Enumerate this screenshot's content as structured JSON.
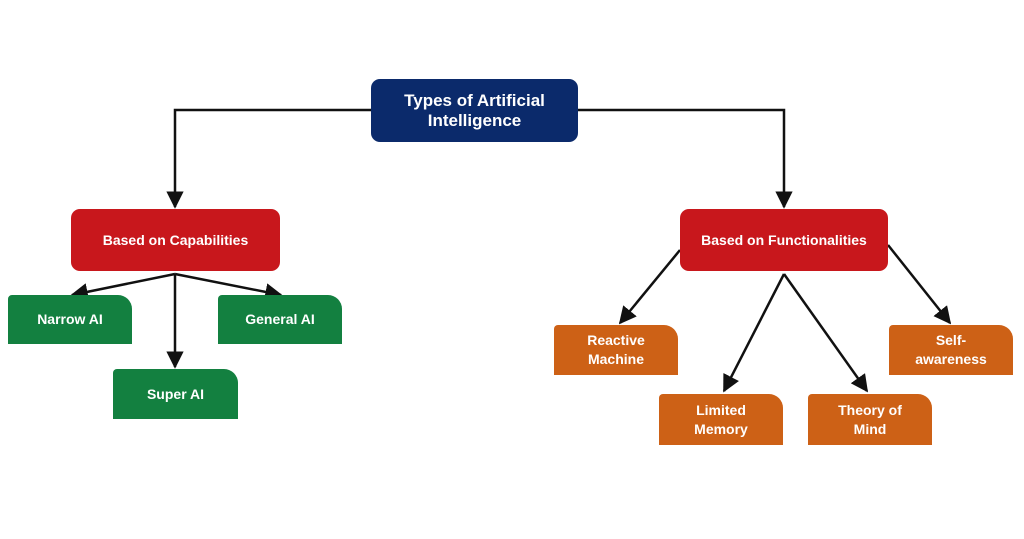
{
  "colors": {
    "root": "#0b2a6b",
    "category": "#c8171c",
    "capability": "#138040",
    "functionality": "#cd6116",
    "line": "#111111"
  },
  "root": {
    "label_line1": "Types of Artificial",
    "label_line2": "Intelligence"
  },
  "capabilities": {
    "label": "Based on Capabilities",
    "children": [
      "Narrow AI",
      "Super AI",
      "General AI"
    ]
  },
  "functionalities": {
    "label": "Based on Functionalities",
    "children": [
      {
        "line1": "Reactive",
        "line2": "Machine"
      },
      {
        "line1": "Limited",
        "line2": "Memory"
      },
      {
        "line1": "Theory of",
        "line2": "Mind"
      },
      {
        "line1": "Self-",
        "line2": "awareness"
      }
    ]
  }
}
